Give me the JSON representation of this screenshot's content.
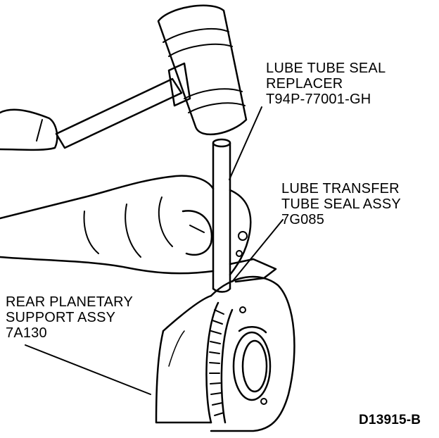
{
  "labels": {
    "seal_replacer": [
      "LUBE TUBE SEAL",
      "REPLACER",
      "T94P-77001-GH"
    ],
    "transfer_seal": [
      "LUBE TRANSFER",
      "TUBE SEAL ASSY",
      "7G085"
    ],
    "planetary_support": [
      "REAR PLANETARY",
      "SUPPORT ASSY",
      "7A130"
    ]
  },
  "figure_id": "D13915-B",
  "colors": {
    "ink": "#000000",
    "paper": "#ffffff"
  }
}
